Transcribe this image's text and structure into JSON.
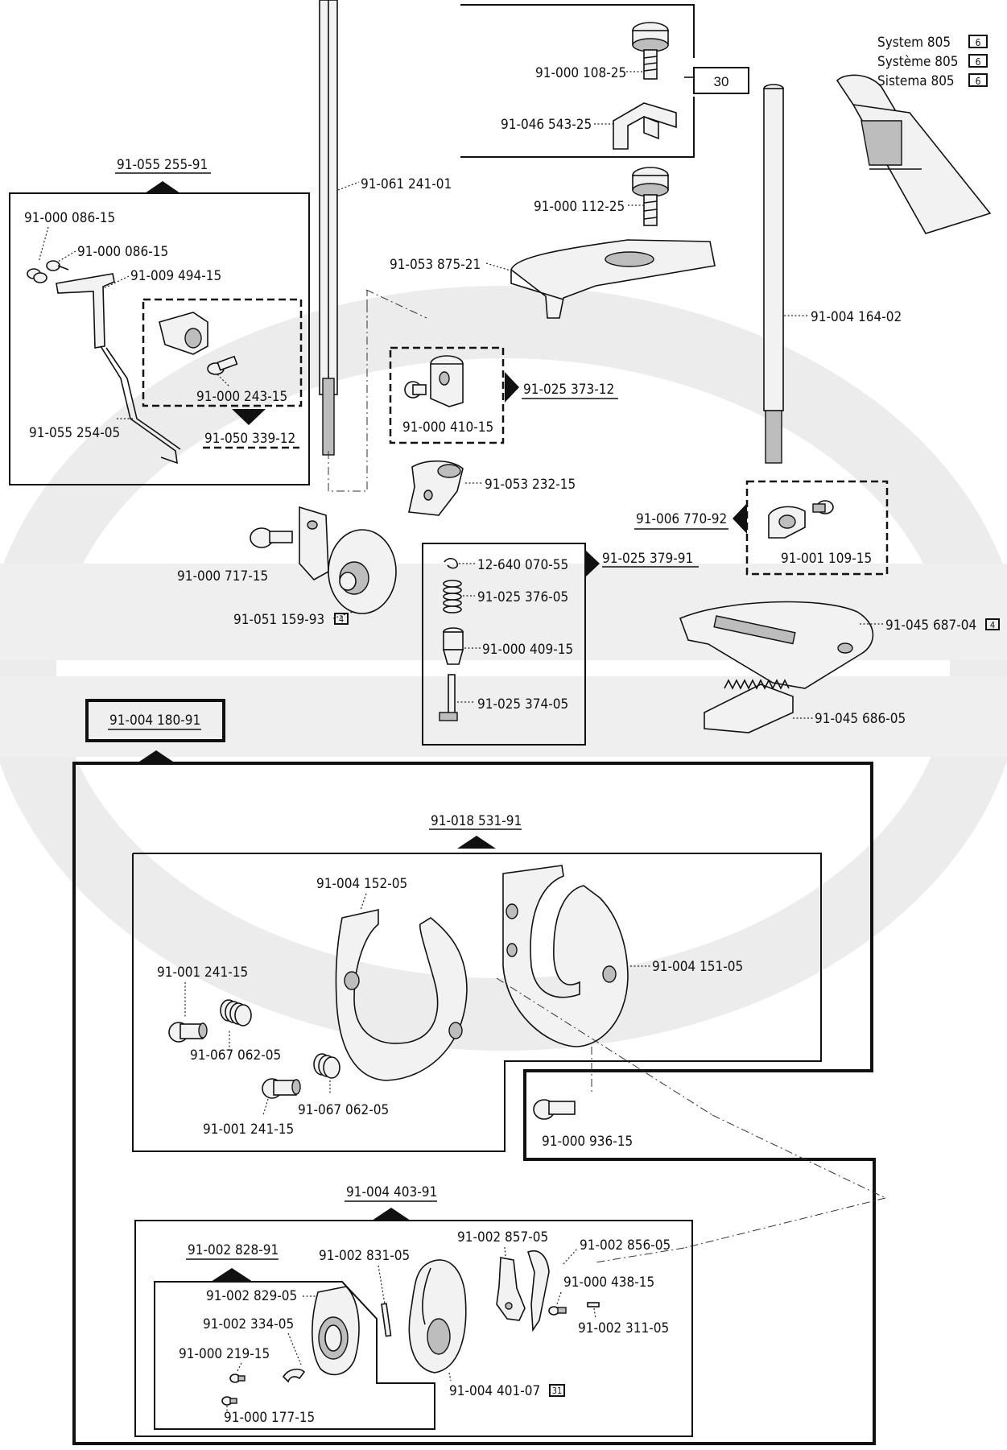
{
  "system_box": {
    "lines": [
      "System  805",
      "Système 805",
      "Sistema 805"
    ],
    "badge": "6"
  },
  "ref_box": "30",
  "labels": {
    "p_108_25": "91-000 108-25",
    "p_543_25": "91-046 543-25",
    "p_112_25": "91-000 112-25",
    "p_875_21": "91-053 875-21",
    "p_241_01": "91-061 241-01",
    "p_164_02": "91-004 164-02",
    "grp_255_91": "91-055 255-91",
    "p_086_15a": "91-000 086-15",
    "p_086_15b": "91-000 086-15",
    "p_494_15": "91-009 494-15",
    "p_243_15": "91-000 243-15",
    "p_254_05": "91-055 254-05",
    "grp_339_12": "91-050 339-12",
    "p_410_15": "91-000 410-15",
    "grp_373_12": "91-025 373-12",
    "p_232_15": "91-053 232-15",
    "grp_770_92": "91-006 770-92",
    "p_109_15": "91-001 109-15",
    "p_717_15": "91-000 717-15",
    "p_159_93": "91-051 159-93",
    "p_159_93_ref": "4",
    "p_070_55": "12-640 070-55",
    "grp_379_91": "91-025 379-91",
    "p_376_05": "91-025 376-05",
    "p_409_15": "91-000 409-15",
    "p_374_05": "91-025 374-05",
    "p_687_04": "91-045 687-04",
    "p_687_04_ref": "4",
    "p_686_05": "91-045 686-05",
    "grp_180_91": "91-004 180-91",
    "grp_531_91": "91-018 531-91",
    "p_152_05": "91-004 152-05",
    "p_151_05": "91-004 151-05",
    "p_241_15a": "91-001 241-15",
    "p_062_05a": "91-067 062-05",
    "p_241_15b": "91-001 241-15",
    "p_062_05b": "91-067 062-05",
    "p_936_15": "91-000 936-15",
    "grp_403_91": "91-004 403-91",
    "grp_828_91": "91-002 828-91",
    "p_831_05": "91-002 831-05",
    "p_857_05": "91-002 857-05",
    "p_856_05": "91-002 856-05",
    "p_438_15": "91-000 438-15",
    "p_311_05": "91-002 311-05",
    "p_829_05": "91-002 829-05",
    "p_334_05": "91-002 334-05",
    "p_219_15": "91-000 219-15",
    "p_177_15": "91-000 177-15",
    "p_401_07": "91-004 401-07",
    "p_401_07_ref": "31"
  }
}
